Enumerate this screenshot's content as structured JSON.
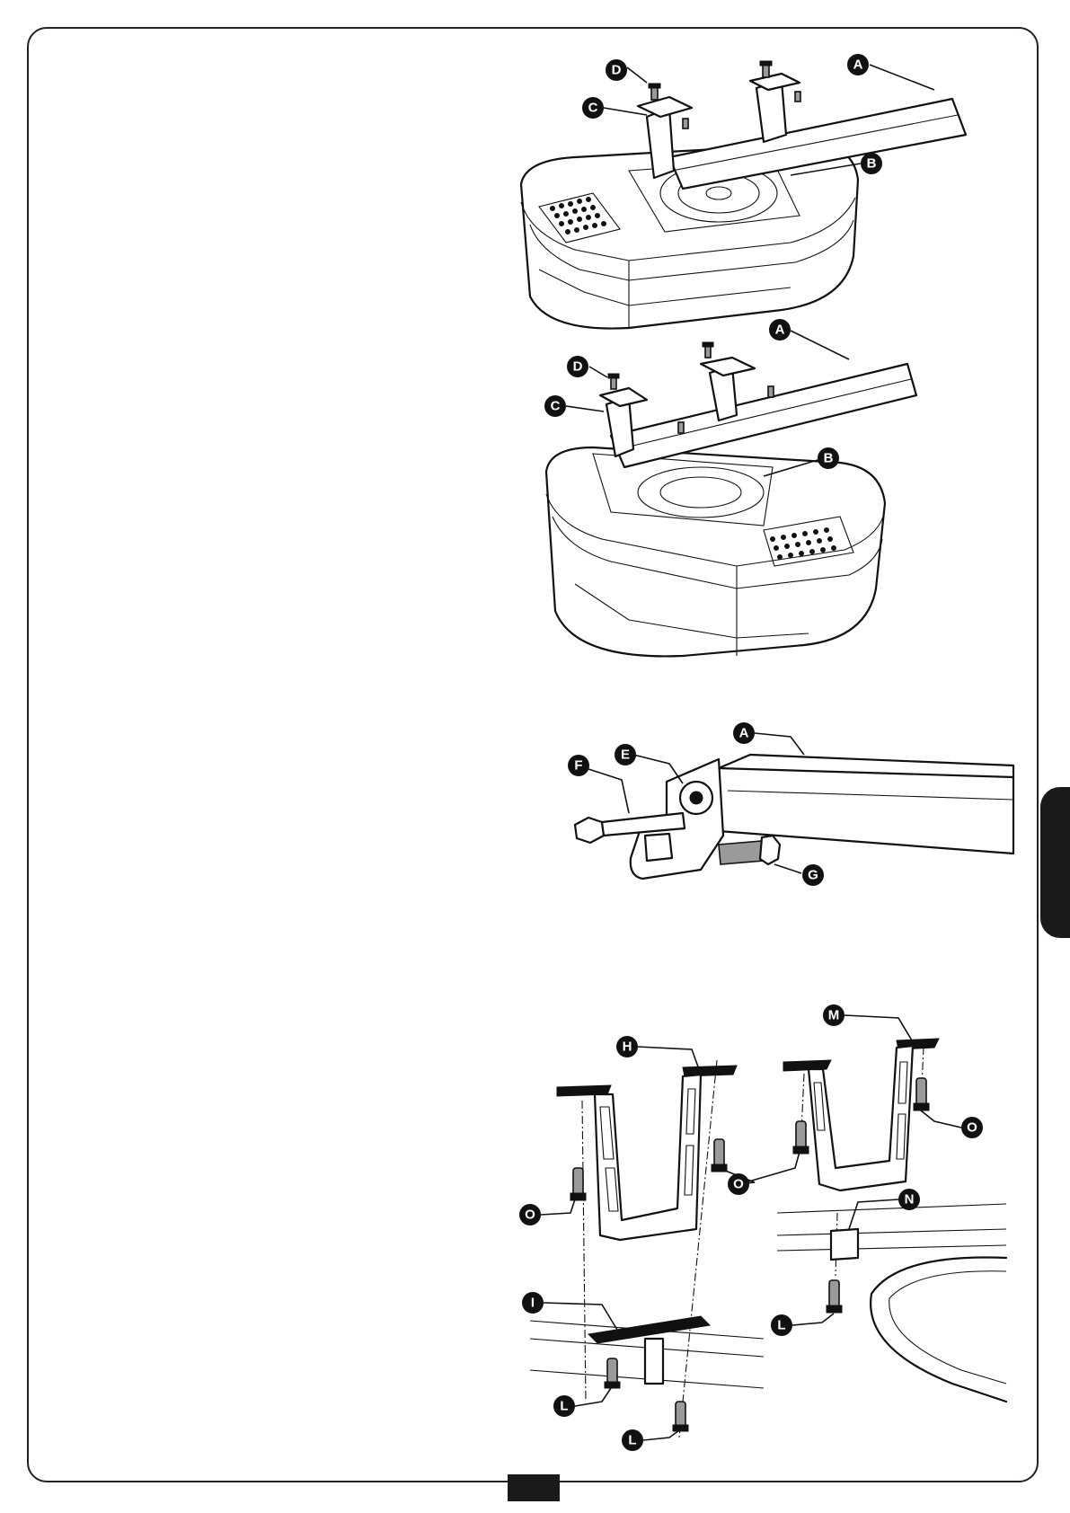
{
  "labels": {
    "a": "A",
    "b": "B",
    "c": "C",
    "d": "D",
    "e": "E",
    "f": "F",
    "g": "G",
    "h": "H",
    "i": "I",
    "l": "L",
    "m": "M",
    "n": "N",
    "o": "O"
  },
  "colors": {
    "ink": "#111111",
    "page": "#ffffff",
    "tab": "#1a1a1a",
    "screw": "#9a9a9a"
  }
}
